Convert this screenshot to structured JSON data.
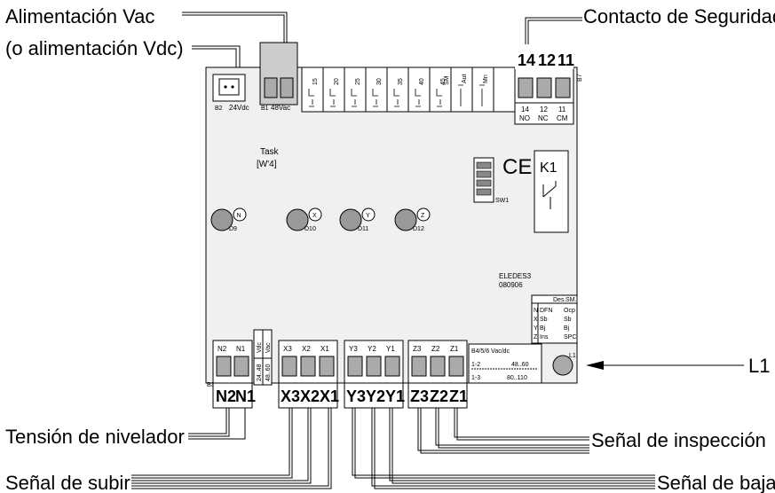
{
  "callouts": {
    "alimentacion_vac": "Alimentación Vac",
    "alimentacion_vdc": "(o alimentación Vdc)",
    "contacto_seguridad": "Contacto de Seguridad",
    "l1": "L1",
    "tension_nivelador": "Tensión de nivelador",
    "senal_subir": "Señal de subir",
    "senal_inspeccion": "Señal de inspección",
    "senal_bajar": "Señal de bajar"
  },
  "board": {
    "b2_label": "B2",
    "v24dc": "24Vdc",
    "b1_label": "B1",
    "v48vac": "48Vac",
    "dip_labels": [
      "15",
      "20",
      "25",
      "30",
      "35",
      "40",
      "45",
      "SM",
      "Aut",
      "Mn"
    ],
    "task_line1": "Task",
    "task_line2": "[W'4]",
    "ce_mark": "CE",
    "k1": "K1",
    "sw1": "SW1",
    "b7": "B7",
    "led_labels": [
      "N",
      "X",
      "Y",
      "Z"
    ],
    "led_ids": [
      "D9",
      "D10",
      "D11",
      "D12"
    ],
    "model": "ELEDES3",
    "date": "080906",
    "safety_top": [
      "14",
      "12",
      "11"
    ],
    "safety_num": [
      "14",
      "12",
      "11"
    ],
    "safety_type": [
      "NO",
      "NC",
      "CM"
    ],
    "legend_header": [
      "Des.",
      "SM."
    ],
    "legend_rows": [
      {
        "k": "N",
        "a": "DFN",
        "b": "Ocp"
      },
      {
        "k": "X",
        "a": "Sb",
        "b": "Sb"
      },
      {
        "k": "Y",
        "a": "Bj",
        "b": "Bj"
      },
      {
        "k": "Z",
        "a": "Ins",
        "b": "SPC"
      }
    ],
    "range_title": "B4/5/6 Vac/dc",
    "range_rows": [
      {
        "k": "1-2",
        "v": "48..60"
      },
      {
        "k": "1-3",
        "v": "80..110"
      }
    ],
    "l1_small": "L1",
    "b3": "B3",
    "vdc_vac_top": [
      "Vdc",
      "Vac"
    ],
    "vdc_vac_vals": [
      "24..48",
      "48..60"
    ],
    "n_small": [
      "N2",
      "N1"
    ],
    "x_small": [
      "X3",
      "X2",
      "X1"
    ],
    "y_small": [
      "Y3",
      "Y2",
      "Y1"
    ],
    "z_small": [
      "Z3",
      "Z2",
      "Z1"
    ],
    "n_big": [
      "N2",
      "N1"
    ],
    "x_big": [
      "X3",
      "X2",
      "X1"
    ],
    "y_big": [
      "Y3",
      "Y2",
      "Y1"
    ],
    "z_big": [
      "Z3",
      "Z2",
      "Z1"
    ]
  }
}
